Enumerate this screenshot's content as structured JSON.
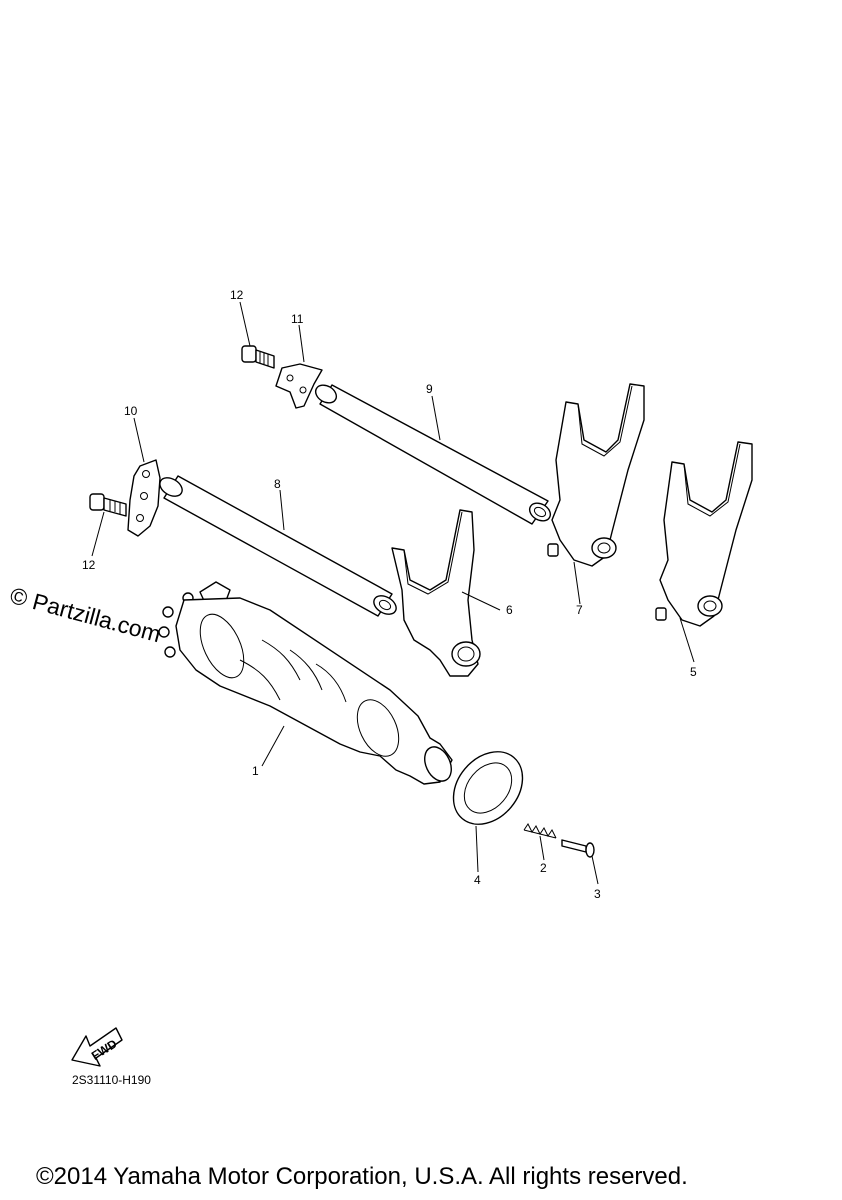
{
  "diagram": {
    "callouts": [
      {
        "id": "1",
        "label": "1"
      },
      {
        "id": "2",
        "label": "2"
      },
      {
        "id": "3",
        "label": "3"
      },
      {
        "id": "4",
        "label": "4"
      },
      {
        "id": "5",
        "label": "5"
      },
      {
        "id": "6",
        "label": "6"
      },
      {
        "id": "7",
        "label": "7"
      },
      {
        "id": "8",
        "label": "8"
      },
      {
        "id": "9",
        "label": "9"
      },
      {
        "id": "10",
        "label": "10"
      },
      {
        "id": "11",
        "label": "11"
      },
      {
        "id": "12a",
        "label": "12"
      },
      {
        "id": "12b",
        "label": "12"
      }
    ],
    "fwd_label": "FWD",
    "diagram_code": "2S31110-H190"
  },
  "watermark": "© Partzilla.com",
  "footer": {
    "copyright": "©2014 Yamaha Motor Corporation, U.S.A. All rights reserved."
  }
}
